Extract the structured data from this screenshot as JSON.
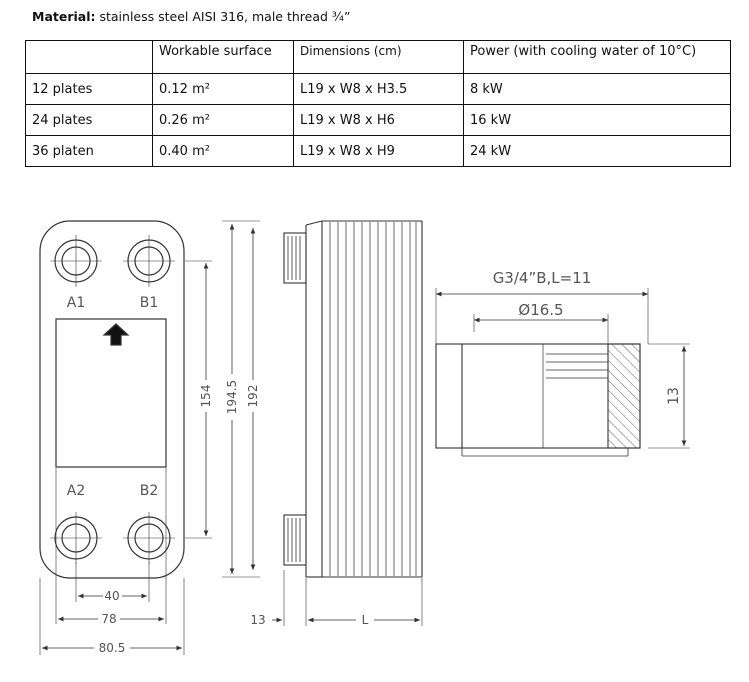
{
  "material": {
    "label": "Material:",
    "text": "stainless steel  AISI 316, male thread ¾”"
  },
  "table": {
    "headers": [
      "",
      "Workable surface",
      "Dimensions (cm)",
      "Power (with cooling water of 10°C)"
    ],
    "rows": [
      [
        "12 plates",
        "0.12 m²",
        "L19 x W8 x H3.5",
        "8 kW"
      ],
      [
        "24 plates",
        "0.26 m²",
        "L19 x W8 x H6",
        "16 kW"
      ],
      [
        "36 platen",
        "0.40 m²",
        "L19 x W8 x H9",
        "24 kW"
      ]
    ]
  },
  "drawing": {
    "port_labels": {
      "a1": "A1",
      "b1": "B1",
      "a2": "A2",
      "b2": "B2"
    },
    "dims": {
      "height_154": "154",
      "height_194_5": "194.5",
      "height_192": "192",
      "width_40": "40",
      "width_78": "78",
      "width_80_5": "80.5",
      "depth_13": "13",
      "depth_L": "L",
      "thread_spec": "G3/4”B,L=11",
      "thread_dia": "Ø16.5",
      "thread_13": "13"
    }
  }
}
